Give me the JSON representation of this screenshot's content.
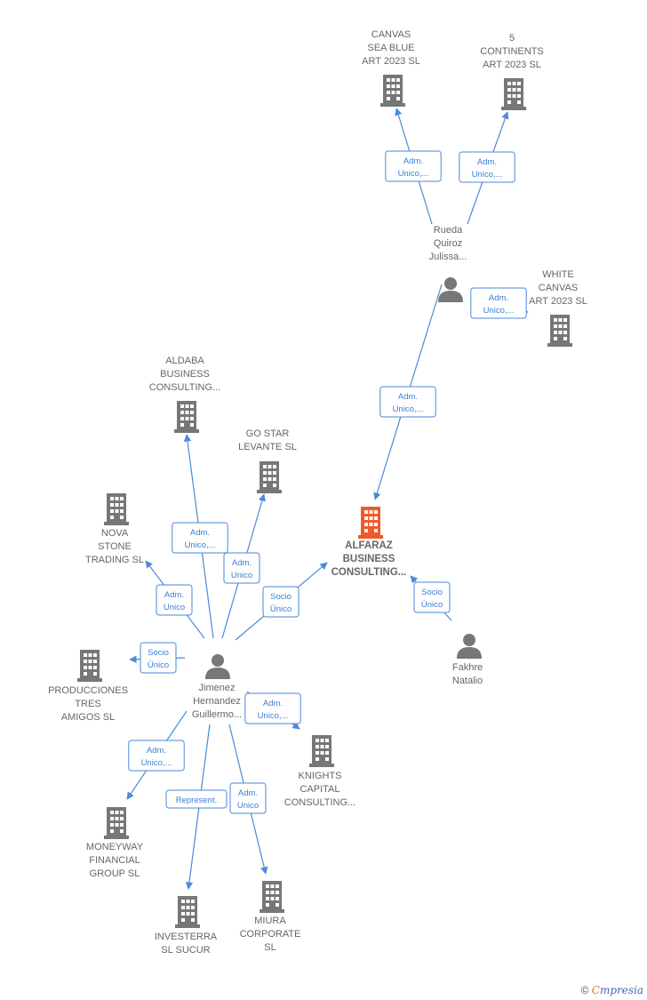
{
  "colors": {
    "edge": "#4a8ad8",
    "building": "#777777",
    "main_building": "#f05a2a",
    "person": "#777777"
  },
  "nodes": [
    {
      "id": "canvas",
      "type": "company",
      "label": [
        "CANVAS",
        "SEA BLUE",
        "ART 2023  SL"
      ]
    },
    {
      "id": "continents",
      "type": "company",
      "label": [
        "5",
        "CONTINENTS",
        "ART 2023  SL"
      ]
    },
    {
      "id": "rueda",
      "type": "person",
      "label": [
        "Rueda",
        "Quiroz",
        "Julissa..."
      ]
    },
    {
      "id": "white",
      "type": "company",
      "label": [
        "WHITE",
        "CANVAS",
        "ART 2023  SL"
      ]
    },
    {
      "id": "aldaba",
      "type": "company",
      "label": [
        "ALDABA",
        "BUSINESS",
        "CONSULTING..."
      ]
    },
    {
      "id": "gostar",
      "type": "company",
      "label": [
        "GO STAR",
        "LEVANTE  SL"
      ]
    },
    {
      "id": "alfaraz",
      "type": "main",
      "label": [
        "ALFARAZ",
        "BUSINESS",
        "CONSULTING..."
      ]
    },
    {
      "id": "nova",
      "type": "company",
      "label": [
        "NOVA",
        "STONE",
        "TRADING  SL"
      ]
    },
    {
      "id": "fakhre",
      "type": "person",
      "label": [
        "Fakhre",
        "Natalio"
      ]
    },
    {
      "id": "producciones",
      "type": "company",
      "label": [
        "PRODUCCIONES",
        "TRES",
        "AMIGOS  SL"
      ]
    },
    {
      "id": "jimenez",
      "type": "person",
      "label": [
        "Jimenez",
        "Hernandez",
        "Guillermo..."
      ]
    },
    {
      "id": "knights",
      "type": "company",
      "label": [
        "KNIGHTS",
        "CAPITAL",
        "CONSULTING..."
      ]
    },
    {
      "id": "moneyway",
      "type": "company",
      "label": [
        "MONEYWAY",
        "FINANCIAL",
        "GROUP  SL"
      ]
    },
    {
      "id": "investerra",
      "type": "company",
      "label": [
        "INVESTERRA",
        "SL SUCUR"
      ]
    },
    {
      "id": "miura",
      "type": "company",
      "label": [
        "MIURA",
        "CORPORATE",
        "SL"
      ]
    }
  ],
  "edges": [
    {
      "from": "rueda",
      "to": "canvas",
      "label": [
        "Adm.",
        "Unico,..."
      ]
    },
    {
      "from": "rueda",
      "to": "continents",
      "label": [
        "Adm.",
        "Unico,..."
      ]
    },
    {
      "from": "rueda",
      "to": "white",
      "label": [
        "Adm.",
        "Unico,..."
      ]
    },
    {
      "from": "rueda",
      "to": "alfaraz",
      "label": [
        "Adm.",
        "Unico,..."
      ]
    },
    {
      "from": "jimenez",
      "to": "aldaba",
      "label": [
        "Adm.",
        "Unico,..."
      ]
    },
    {
      "from": "jimenez",
      "to": "gostar",
      "label": [
        "Adm.",
        "Unico"
      ]
    },
    {
      "from": "jimenez",
      "to": "nova",
      "label": [
        "Adm.",
        "Unico"
      ]
    },
    {
      "from": "jimenez",
      "to": "alfaraz",
      "label": [
        "Socio",
        "Único"
      ]
    },
    {
      "from": "fakhre",
      "to": "alfaraz",
      "label": [
        "Socio",
        "Único"
      ]
    },
    {
      "from": "jimenez",
      "to": "producciones",
      "label": [
        "Socio",
        "Único"
      ]
    },
    {
      "from": "jimenez",
      "to": "knights",
      "label": [
        "Adm.",
        "Unico,..."
      ]
    },
    {
      "from": "jimenez",
      "to": "moneyway",
      "label": [
        "Adm.",
        "Unico,..."
      ]
    },
    {
      "from": "jimenez",
      "to": "investerra",
      "label": [
        "Represent."
      ]
    },
    {
      "from": "jimenez",
      "to": "miura",
      "label": [
        "Adm.",
        "Unico"
      ]
    }
  ],
  "footer": {
    "copyright": "©",
    "brand_first": "C",
    "brand_rest": "mpresia"
  }
}
